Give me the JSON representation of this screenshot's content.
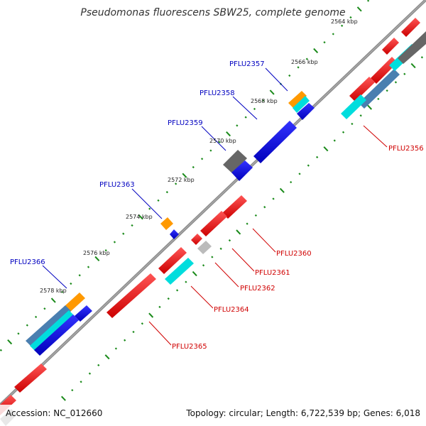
{
  "title": "Pseudomonas fluorescens SBW25, complete genome",
  "accession": "Accession: NC_012660",
  "summary": "Topology: circular; Length: 6,722,539 bp; Genes: 6,018",
  "ticks": [
    "2564 kbp",
    "2566 kbp",
    "2568 kbp",
    "2570 kbp",
    "2572 kbp",
    "2574 kbp",
    "2576 kbp",
    "2578 kbp"
  ],
  "genes_forward": [
    "PFLU2357",
    "PFLU2358",
    "PFLU2359",
    "PFLU2363",
    "PFLU2366"
  ],
  "genes_reverse": [
    "PFLU2356",
    "PFLU2360",
    "PFLU2361",
    "PFLU2362",
    "PFLU2364",
    "PFLU2365"
  ],
  "colors": {
    "backbone": "#888888",
    "tick": "#1a8a1a",
    "forward_cds": "#0000ee",
    "reverse_cds": "#ee0000",
    "orange": "#ff9900",
    "cyan": "#00dddd",
    "gray": "#666666",
    "light_gray": "#bbbbbb",
    "steel_blue": "#4a7fb0"
  }
}
